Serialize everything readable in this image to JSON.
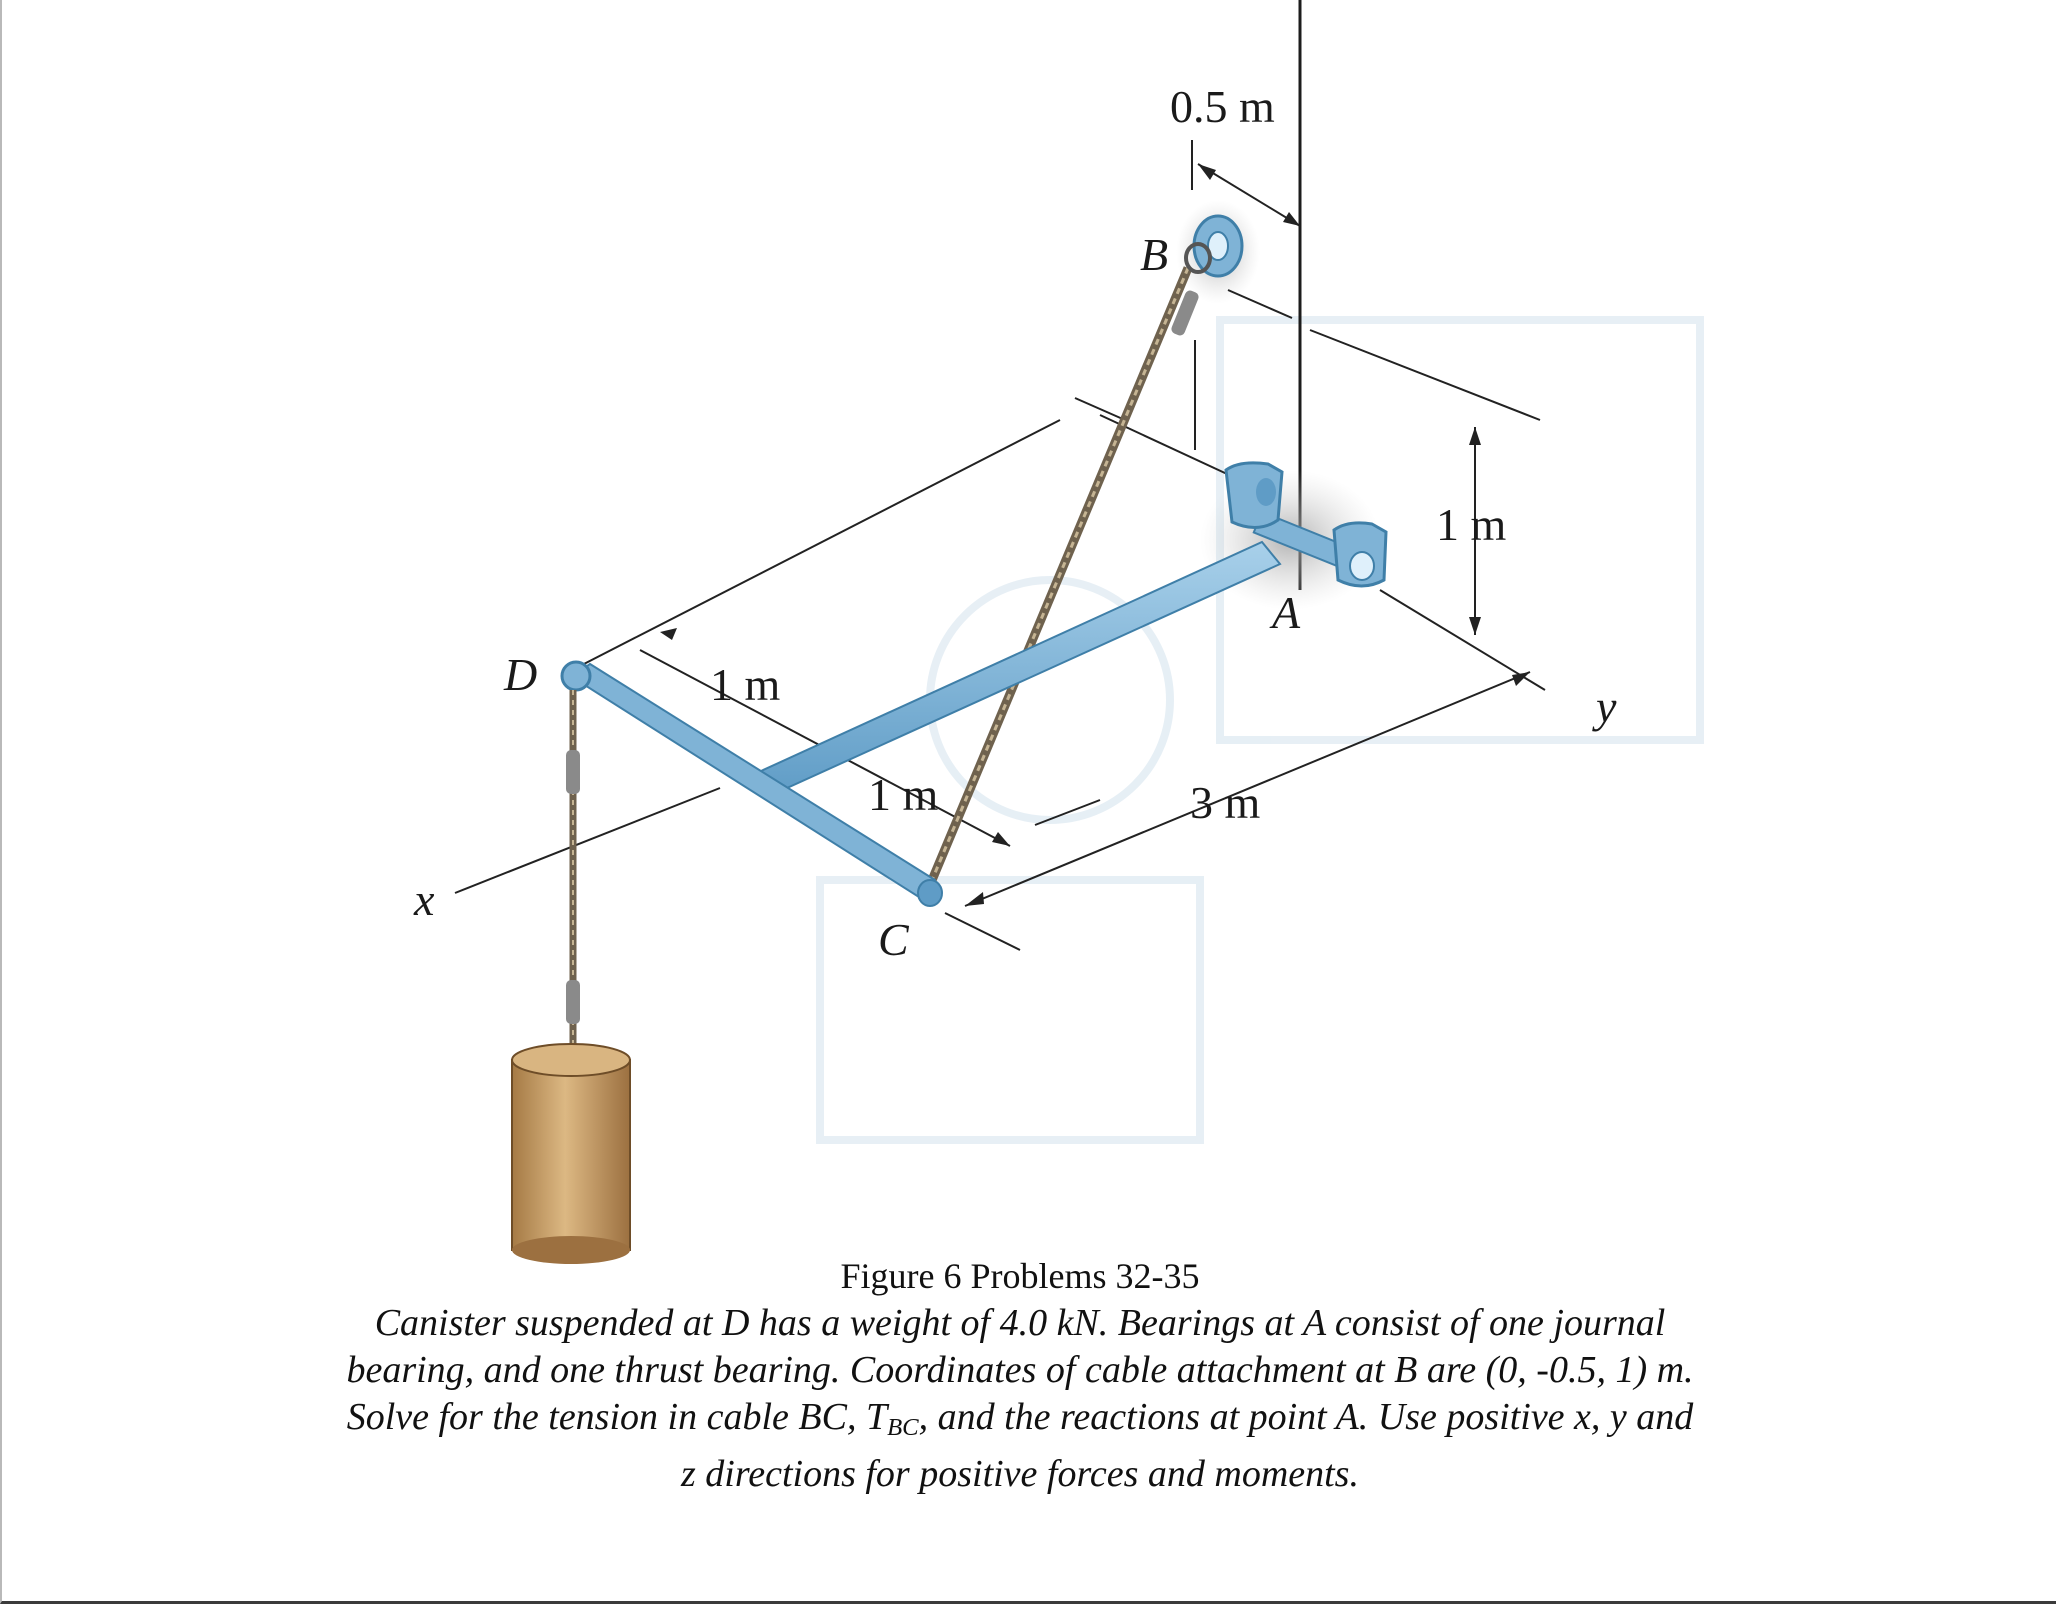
{
  "figure": {
    "points": {
      "A": "A",
      "B": "B",
      "C": "C",
      "D": "D"
    },
    "axes": {
      "x": "x",
      "y": "y"
    },
    "dimensions": {
      "bc_offset": "0.5 m",
      "height": "1 m",
      "d_to_mid": "1 m",
      "mid_to_c": "1 m",
      "length": "3 m"
    },
    "colors": {
      "rod": "#7fb3d6",
      "rod_edge": "#3f7fa8",
      "cable": "#8b7a60",
      "canister": "#c9a06a",
      "line": "#2a2a2a"
    }
  },
  "caption": {
    "title": "Figure 6 Problems 32-35",
    "line1": "Canister suspended at D has a weight of 4.0 kN.  Bearings at A consist of one journal",
    "line2": "bearing, and one thrust bearing.  Coordinates of cable attachment at B are (0, -0.5, 1) m.",
    "line3_pre": "Solve for the tension in cable BC, T",
    "line3_sub": "BC",
    "line3_post": ", and the reactions at point A.  Use positive x, y and",
    "line4": "z directions for positive forces and moments."
  }
}
